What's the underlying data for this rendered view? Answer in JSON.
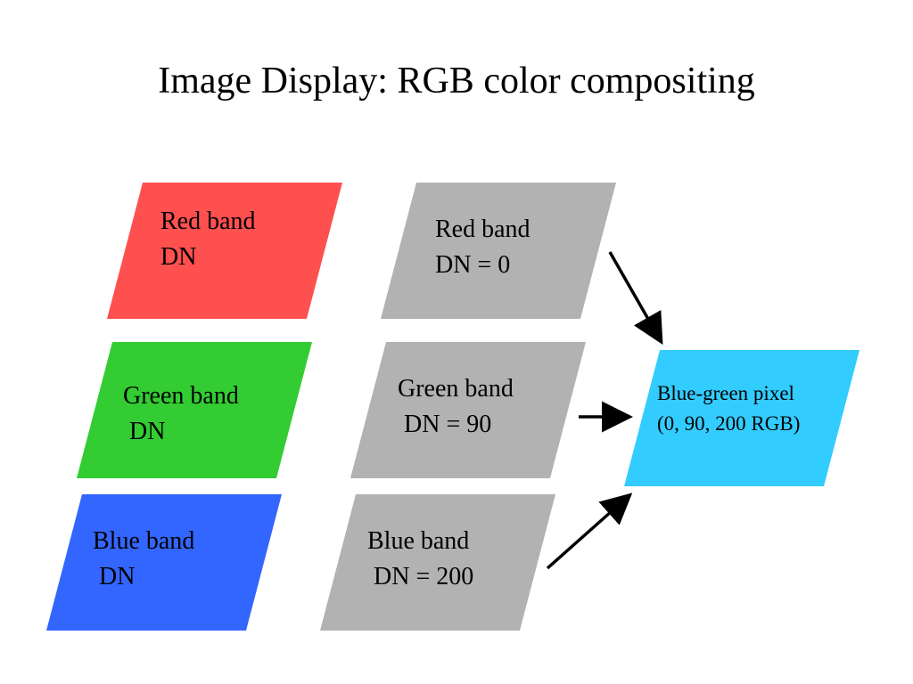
{
  "title": "Image Display: RGB color compositing",
  "colors": {
    "red": "#ff5050",
    "green": "#33cc33",
    "blue": "#3366ff",
    "gray": "#b2b2b2",
    "cyan": "#33ccff",
    "arrow": "#000000"
  },
  "bands": [
    {
      "name": "red",
      "generic": {
        "line1": "Red band",
        "line2": "DN"
      },
      "example": {
        "line1": "Red band",
        "line2": "DN = 0"
      }
    },
    {
      "name": "green",
      "generic": {
        "line1": "Green band",
        "line2": " DN"
      },
      "example": {
        "line1": "Green band",
        "line2": " DN = 90"
      }
    },
    {
      "name": "blue",
      "generic": {
        "line1": "Blue band",
        "line2": " DN"
      },
      "example": {
        "line1": "Blue band",
        "line2": " DN = 200"
      }
    }
  ],
  "result": {
    "line1": "Blue-green pixel",
    "line2": "(0, 90, 200 RGB)"
  }
}
